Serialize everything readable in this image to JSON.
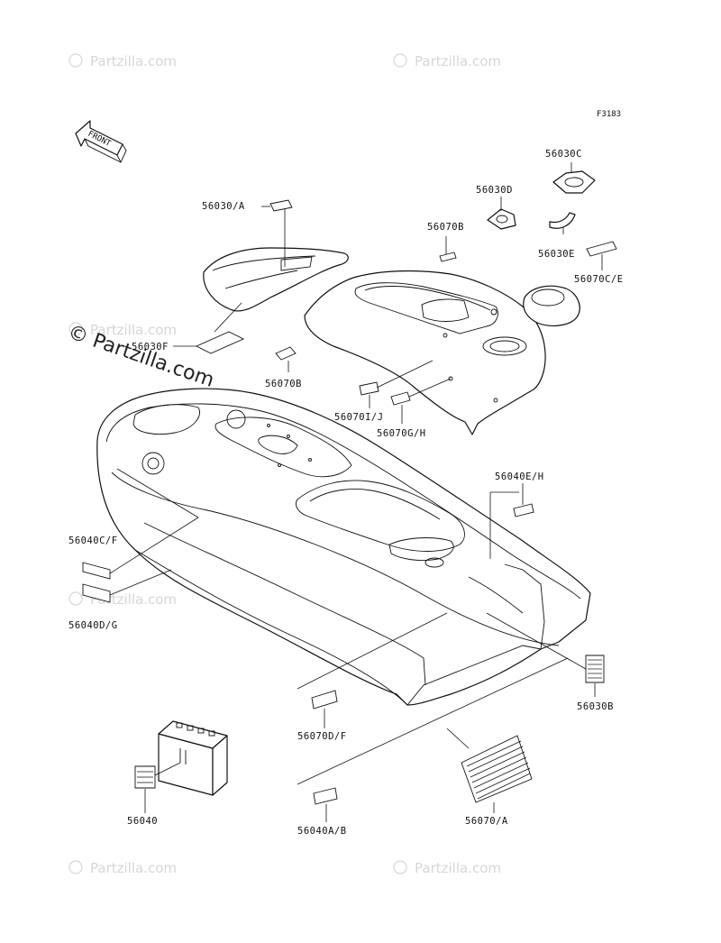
{
  "figure_code": "F3183",
  "front_arrow_text": "FRONT",
  "watermark_text": "Partzilla.com",
  "watermark_symbol": "©",
  "main_watermark": "© Partzilla.com",
  "labels": {
    "l_56030_a": "56030/A",
    "l_56070b_top": "56070B",
    "l_56030d": "56030D",
    "l_56030c": "56030C",
    "l_56030e": "56030E",
    "l_56070c_e": "56070C/E",
    "l_56030f": "56030F",
    "l_56070b_mid": "56070B",
    "l_56070i_j": "56070I/J",
    "l_56070g_h": "56070G/H",
    "l_56040e_h": "56040E/H",
    "l_56040c_f": "56040C/F",
    "l_56040d_g": "56040D/G",
    "l_56030b": "56030B",
    "l_56070d_f": "56070D/F",
    "l_56040": "56040",
    "l_56040a_b": "56040A/B",
    "l_56070_a": "56070/A"
  },
  "colors": {
    "line": "#111111",
    "watermark": "#d6d6d6",
    "background": "#ffffff"
  }
}
